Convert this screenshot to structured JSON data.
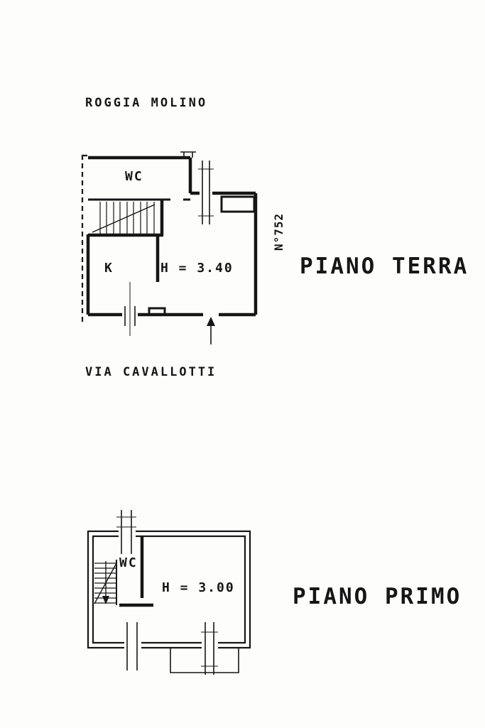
{
  "drawing": {
    "ink_color": "#161616",
    "paper_color": "#fdfdfc"
  },
  "ground_floor": {
    "street_top": "ROGGIA MOLINO",
    "wc": "WC",
    "kitchen": "K",
    "ceiling_height": "H = 3.40",
    "parcel_number": "N°752",
    "title": "PIANO TERRA",
    "street_bottom": "VIA CAVALLOTTI"
  },
  "first_floor": {
    "wc": "WC",
    "ceiling_height": "H = 3.00",
    "title": "PIANO PRIMO"
  }
}
